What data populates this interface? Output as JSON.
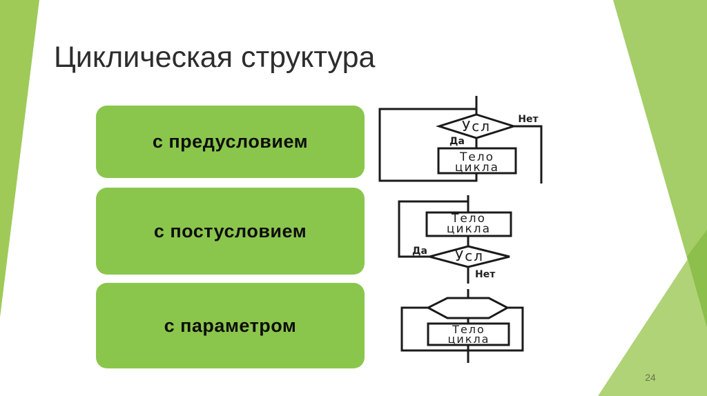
{
  "slide": {
    "title": "Циклическая структура",
    "page_number": "24"
  },
  "buttons": [
    {
      "label": "с предусловием"
    },
    {
      "label": "с постусловием"
    },
    {
      "label": "с параметром"
    }
  ],
  "flowcharts": {
    "precondition": {
      "condition": "Усл",
      "yes": "Да",
      "no": "Нет",
      "body_line1": "Тело",
      "body_line2": "цикла"
    },
    "postcondition": {
      "condition": "Усл",
      "yes": "Да",
      "no": "Нет",
      "body_line1": "Тело",
      "body_line2": "цикла"
    },
    "parameter": {
      "body_line1": "Тело",
      "body_line2": "цикла"
    }
  },
  "colors": {
    "button_green": "#8bc64c",
    "triangle_top_left": "#9fca58",
    "triangle_right_main": "#a5cd68",
    "triangle_bottom_light": "#b1d378",
    "triangle_dark_overlap": "#8cbf4b",
    "title_color": "#2d2d2d",
    "flowchart_line": "#1a1a1a"
  }
}
